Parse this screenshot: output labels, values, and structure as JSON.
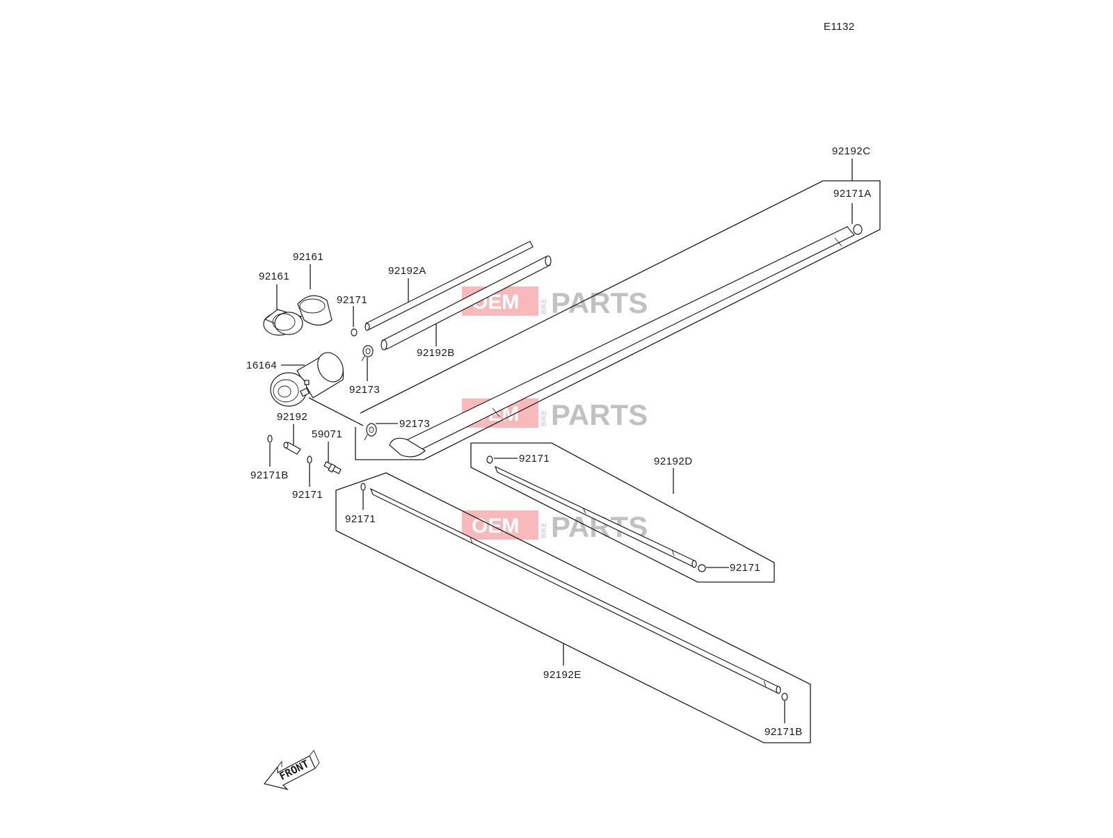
{
  "diagram_code": "E1132",
  "labels": {
    "p92192C": "92192C",
    "p92171A": "92171A",
    "p92161a": "92161",
    "p92161b": "92161",
    "p92192A": "92192A",
    "p92171_top": "92171",
    "p92192B": "92192B",
    "p16164": "16164",
    "p92173_top": "92173",
    "p92173_mid": "92173",
    "p92192": "92192",
    "p59071": "59071",
    "p92171B_left": "92171B",
    "p92171_left": "92171",
    "p92171_d_top": "92171",
    "p92192D": "92192D",
    "p92171_e_top": "92171",
    "p92171_d_bottom": "92171",
    "p92192E": "92192E",
    "p92171B_right": "92171B"
  },
  "watermark": {
    "oem": "OEM",
    "bike": "BIKE",
    "parts": "PARTS"
  },
  "front_arrow": "FRONT",
  "colors": {
    "line": "#1a1a1a",
    "watermark_red": "#f08080",
    "watermark_grey": "#8f8f8f",
    "background": "#ffffff"
  }
}
